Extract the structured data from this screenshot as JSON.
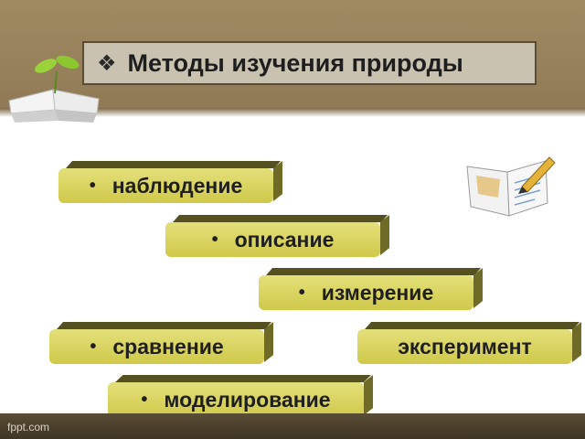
{
  "title": {
    "bullet": "❖",
    "text": "Методы изучения природы"
  },
  "methods": [
    {
      "bullet": "•",
      "label": "наблюдение"
    },
    {
      "bullet": "•",
      "label": "описание"
    },
    {
      "bullet": "•",
      "label": "измерение"
    },
    {
      "bullet": "•",
      "label": "сравнение"
    },
    {
      "bullet": "",
      "label": "эксперимент"
    },
    {
      "bullet": "•",
      "label": "моделирование"
    }
  ],
  "watermark": "fppt.com",
  "icons": [
    "book-sprout-icon",
    "book-pencil-icon"
  ],
  "colors": {
    "band": "#8f7a55",
    "block_face": "#d8d35a",
    "block_edge": "#54501f",
    "title_bg": "#c9c2b1"
  }
}
